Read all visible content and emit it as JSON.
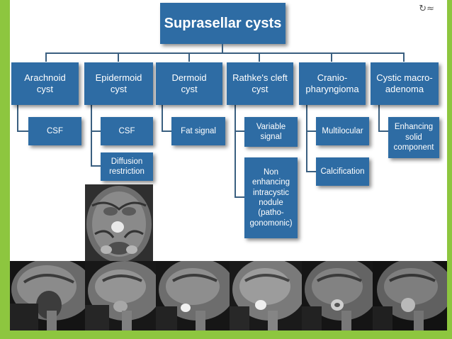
{
  "title": "Suprasellar cysts",
  "corner_icon": "↻≈",
  "categories": [
    {
      "label": "Arachnoid\ncyst",
      "children": [
        "CSF"
      ]
    },
    {
      "label": "Epidermoid\ncyst",
      "children": [
        "CSF",
        "Diffusion\nrestriction"
      ]
    },
    {
      "label": "Dermoid\ncyst",
      "children": [
        "Fat signal"
      ]
    },
    {
      "label": "Rathke's cleft\ncyst",
      "children": [
        "Variable\nsignal",
        "Non\nenhancing\nintracystic\nnodule\n(patho-\ngonomonic)"
      ]
    },
    {
      "label": "Cranio-\npharyngioma",
      "children": [
        "Multilocular",
        "Calcification"
      ]
    },
    {
      "label": "Cystic macro-\nadenoma",
      "children": [
        "Enhancing\nsolid\ncomponent"
      ]
    }
  ],
  "colors": {
    "box": "#2e6ca4",
    "frame": "#8dc63f",
    "connector": "#3a5f80"
  },
  "images": [
    "axial-mri-epidermoid",
    "sagittal-mri-arachnoid",
    "sagittal-mri-epidermoid",
    "sagittal-mri-dermoid",
    "sagittal-mri-rathke",
    "sagittal-mri-craniopharyngioma",
    "sagittal-mri-macroadenoma"
  ]
}
